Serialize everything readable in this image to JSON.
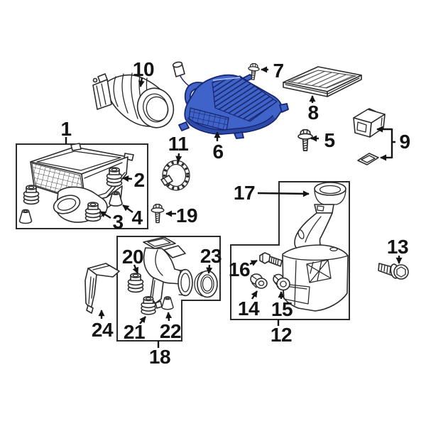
{
  "diagram": {
    "highlighted_part": "6",
    "colors": {
      "background": "#ffffff",
      "line": "#2b2b2b",
      "highlight_fill": "#3f63c8",
      "highlight_outline": "#17266f"
    },
    "callouts": [
      {
        "number": "1"
      },
      {
        "number": "2"
      },
      {
        "number": "3"
      },
      {
        "number": "4"
      },
      {
        "number": "5"
      },
      {
        "number": "6"
      },
      {
        "number": "7"
      },
      {
        "number": "8"
      },
      {
        "number": "9"
      },
      {
        "number": "10"
      },
      {
        "number": "11"
      },
      {
        "number": "12"
      },
      {
        "number": "13"
      },
      {
        "number": "14"
      },
      {
        "number": "15"
      },
      {
        "number": "16"
      },
      {
        "number": "17"
      },
      {
        "number": "18"
      },
      {
        "number": "19"
      },
      {
        "number": "20"
      },
      {
        "number": "21"
      },
      {
        "number": "22"
      },
      {
        "number": "23"
      },
      {
        "number": "24"
      }
    ]
  }
}
